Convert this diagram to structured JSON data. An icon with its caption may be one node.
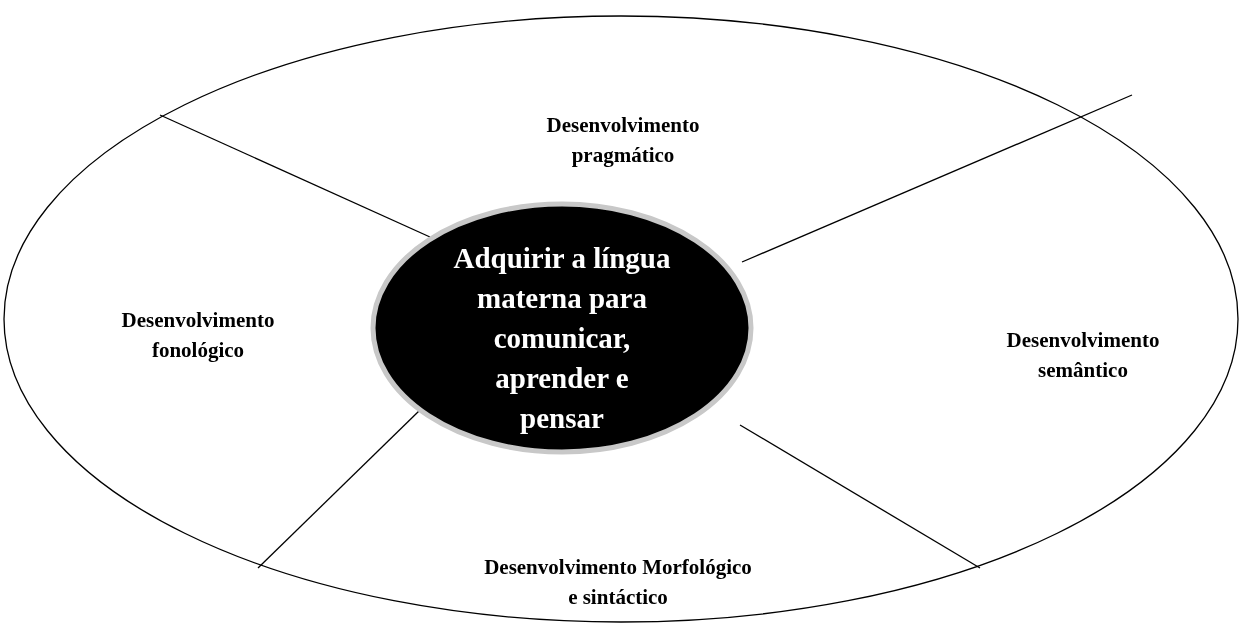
{
  "diagram": {
    "nodes": [
      {
        "text": [],
        "shape": "ellipse"
      },
      {
        "text": [
          "Desenvolvimento pragmático"
        ],
        "in": 0
      },
      {
        "text": [
          "Desenvolvimento fonológico"
        ],
        "in": 0
      },
      {
        "text": [
          "Adquirir a língua materna para comunicar, aprender e pensar"
        ],
        "in": 0
      },
      {
        "text": [
          "Desenvolvimento semântico"
        ],
        "in": 0
      },
      {
        "text": [
          "Desenvolvimento Morfológico e sintáctico"
        ],
        "in": 0
      }
    ],
    "edges": []
  }
}
